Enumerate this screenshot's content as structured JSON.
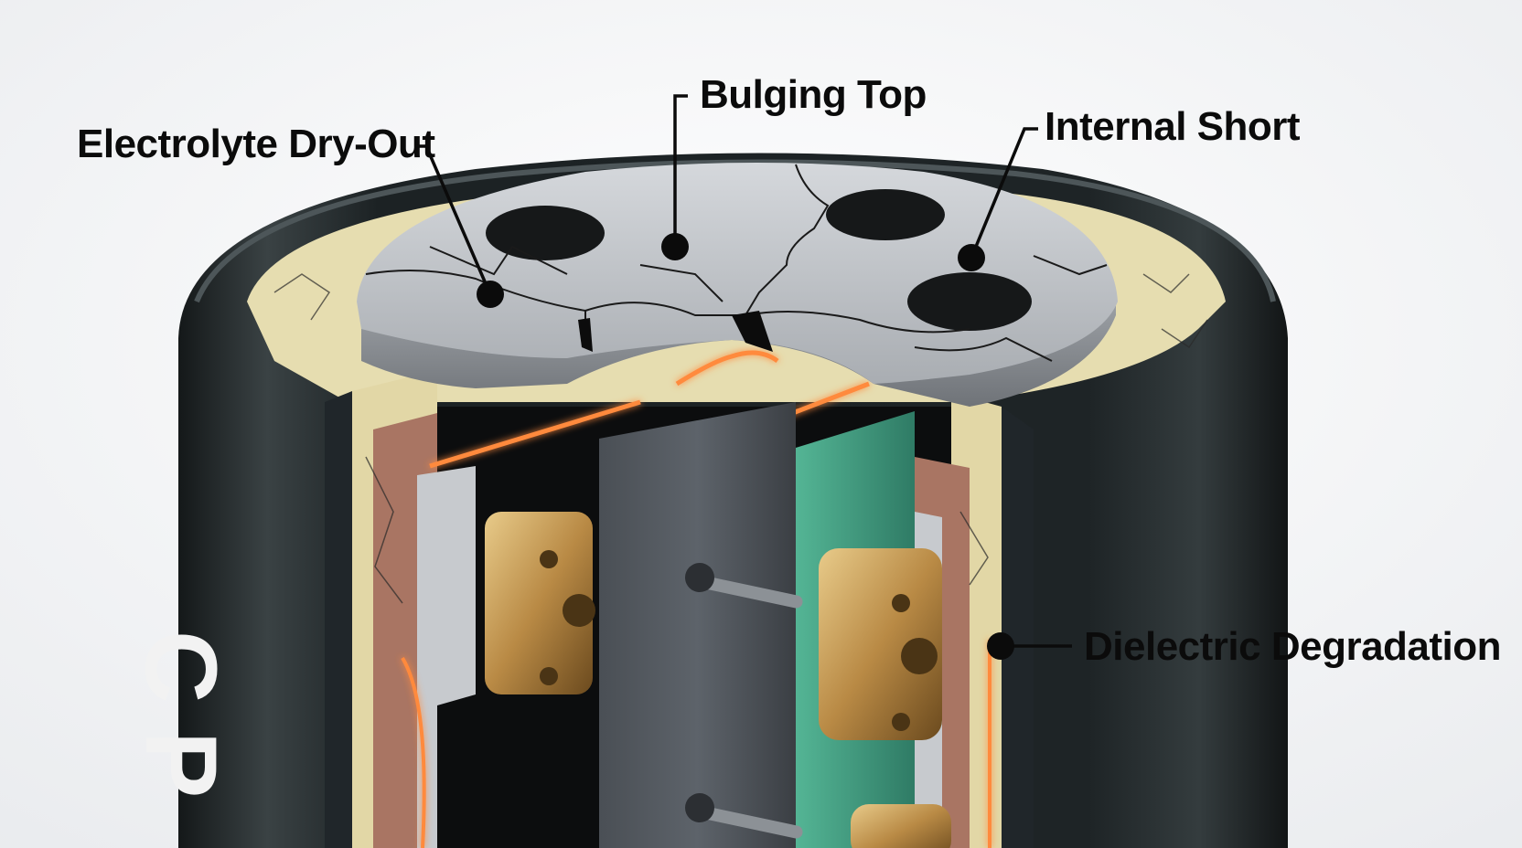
{
  "callouts": {
    "electrolyte": {
      "label": "Electrolyte Dry-Out"
    },
    "bulging": {
      "label": "Bulging Top"
    },
    "short": {
      "label": "Internal Short"
    },
    "dielectric": {
      "label": "Dielectric Degradation"
    }
  },
  "body_print": {
    "text": "C P"
  },
  "colors": {
    "background": "#f3f4f6",
    "can": "#23282a",
    "lid": "#c7cace",
    "insulation": "#e6ddb0",
    "copper_layer": "#b07a66",
    "glow": "#ff8a3d",
    "green_board": "#3f9f82",
    "terminal": "#c9a35c",
    "label": "#0b0b0b"
  },
  "icons": {
    "callout_marker": "filled-black-dot",
    "leader": "thin-black-line"
  }
}
